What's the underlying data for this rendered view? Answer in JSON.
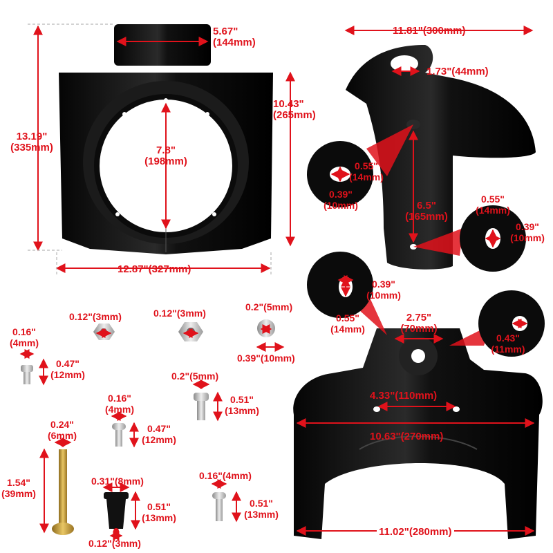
{
  "colors": {
    "dimension": "#e0121b",
    "part": "#0b0b0b",
    "hardware_silver": "#c9c9c9",
    "hardware_gold": "#c9a13a"
  },
  "front_view": {
    "top_width": [
      "5.67\"",
      "(144mm)"
    ],
    "height": [
      "13.19\"",
      "(335mm)"
    ],
    "side_height": [
      "10.43\"",
      "(265mm)"
    ],
    "ring_diameter": [
      "7.8\"",
      "(198mm)"
    ],
    "bottom_width": "12.87\"(327mm)"
  },
  "side_view": {
    "length": "11.81\"(300mm)",
    "tab_width": "1.73\"(44mm)",
    "hole_spacing": [
      "6.5\"",
      "(165mm)"
    ],
    "upper_hole": {
      "w": [
        "0.55\"",
        "(14mm)"
      ],
      "h": [
        "0.39\"",
        "(10mm)"
      ]
    },
    "lower_hole": {
      "w": [
        "0.55\"",
        "(14mm)"
      ],
      "h": [
        "0.39\"",
        "(10mm)"
      ]
    }
  },
  "rear_view": {
    "slot_hole": {
      "h": [
        "0.39\"",
        "(10mm)"
      ],
      "w": [
        "0.55\"",
        "(14mm)"
      ]
    },
    "top_hole_spacing": [
      "2.75\"",
      "(70mm)"
    ],
    "round_hole": [
      "0.43\"",
      "(11mm)"
    ],
    "mid_hole_spacing": "4.33\"(110mm)",
    "width": "10.63\"(270mm)",
    "bottom_width": "11.02\"(280mm)"
  },
  "hardware": {
    "nut_a": "0.12\"(3mm)",
    "nut_b": "0.12\"(3mm)",
    "washer": {
      "hole": "0.2\"(5mm)",
      "outer": "0.39\"(10mm)"
    },
    "screw_a": {
      "d": [
        "0.16\"",
        "(4mm)"
      ],
      "len": [
        "0.47\"",
        "(12mm)"
      ]
    },
    "screw_b": {
      "d": "0.2\"(5mm)",
      "len": [
        "0.51\"",
        "(13mm)"
      ]
    },
    "screw_c": {
      "d": [
        "0.16\"",
        "(4mm)"
      ],
      "len": [
        "0.47\"",
        "(12mm)"
      ]
    },
    "bolt": {
      "d": [
        "0.24\"",
        "(6mm)"
      ],
      "len": [
        "1.54\"",
        "(39mm)"
      ]
    },
    "well_nut": {
      "d": "0.31\"(8mm)",
      "len": [
        "0.51\"",
        "(13mm)"
      ],
      "thread": "0.12\"(3mm)"
    },
    "screw_d": {
      "d": "0.16\"(4mm)",
      "len": [
        "0.51\"",
        "(13mm)"
      ]
    }
  }
}
